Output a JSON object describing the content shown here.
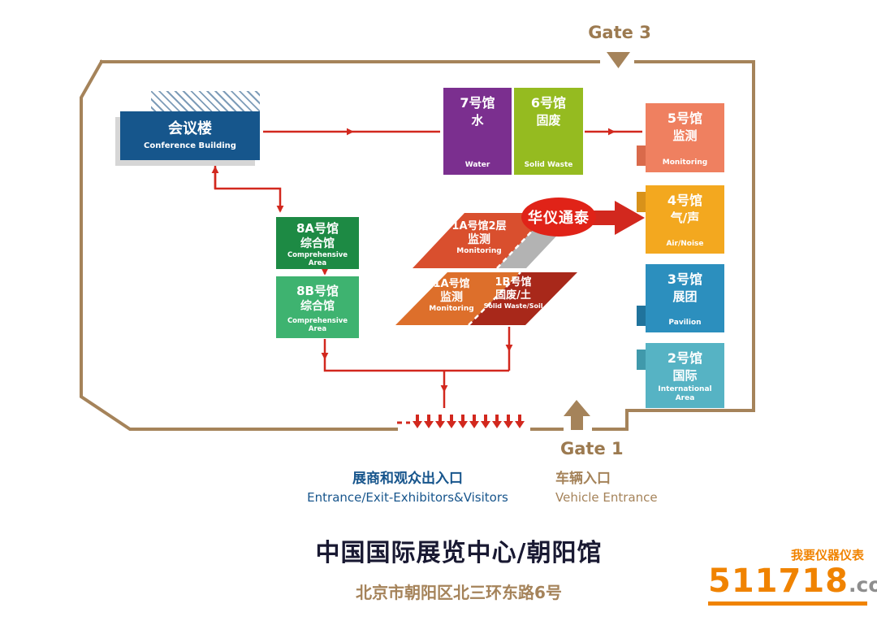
{
  "gates": {
    "gate3": "Gate 3",
    "gate1": "Gate 1"
  },
  "buildings": {
    "conference": {
      "title": "会议楼",
      "en": "Conference Building"
    },
    "hall7": {
      "title": "7号馆",
      "sub": "水",
      "en": "Water"
    },
    "hall6": {
      "title": "6号馆",
      "sub": "固废",
      "en": "Solid Waste"
    },
    "hall5": {
      "title": "5号馆",
      "sub": "监测",
      "en": "Monitoring"
    },
    "hall4": {
      "title": "4号馆",
      "sub": "气/声",
      "en": "Air/Noise"
    },
    "hall3": {
      "title": "3号馆",
      "sub": "展团",
      "en": "Pavilion"
    },
    "hall2": {
      "title": "2号馆",
      "sub": "国际",
      "en": "International Area"
    },
    "hall8a": {
      "title": "8A号馆",
      "sub": "综合馆",
      "en": "Comprehensive Area"
    },
    "hall8b": {
      "title": "8B号馆",
      "sub": "综合馆",
      "en": "Comprehensive Area"
    },
    "hall1a2f": {
      "title": "1A号馆2层",
      "sub": "监测",
      "en": "Monitoring"
    },
    "hall1a": {
      "title": "1A号馆",
      "sub": "监测",
      "en": "Monitoring"
    },
    "hall1b": {
      "title": "1B号馆",
      "sub": "固废/土",
      "en": "Solid Waste/Soil"
    }
  },
  "badge": {
    "label": "华仪通泰"
  },
  "entrances": {
    "visitor_cn": "展商和观众出入口",
    "visitor_en": "Entrance/Exit-Exhibitors&Visitors",
    "vehicle_cn": "车辆入口",
    "vehicle_en": "Vehicle Entrance"
  },
  "footer": {
    "title": "中国国际展览中心/朝阳馆",
    "address": "北京市朝阳区北三环东路6号"
  },
  "logo": {
    "slogan": "我要仪器仪表",
    "number": "511718",
    "domain": ".com"
  },
  "colors": {
    "boundary": "#a5835a",
    "route_arrow": "#d2281e",
    "conference": "#16568c",
    "hall7": "#7b2f8f",
    "hall6": "#95bb20",
    "hall5": "#ef8060",
    "hall4": "#f3a81f",
    "hall3": "#2c8fbe",
    "hall2": "#56b3c4",
    "hall8a": "#1d8a44",
    "hall8b": "#3eb370",
    "hall1a2f": "#d94f2e",
    "hall1a": "#dd6f2b",
    "hall1b": "#a8281a",
    "badge": "#e02318",
    "brand": "#f08300",
    "entrance_text": "#17558c"
  }
}
